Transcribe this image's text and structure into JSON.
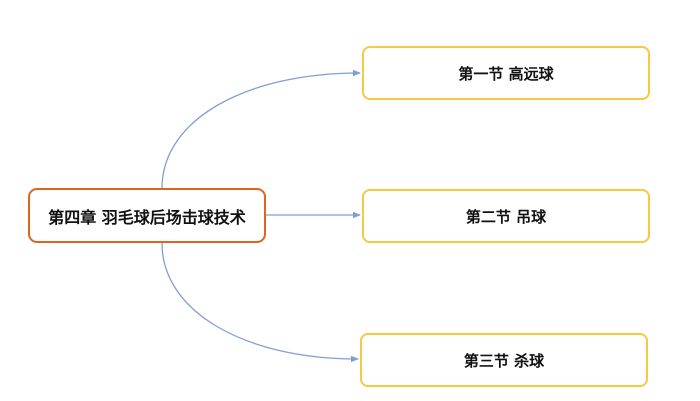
{
  "diagram": {
    "root": {
      "label": "第四章 羽毛球后场击球技术"
    },
    "children": [
      {
        "label": "第一节 高远球"
      },
      {
        "label": "第二节 吊球"
      },
      {
        "label": "第三节 杀球"
      }
    ],
    "colors": {
      "root_border": "#e0631f",
      "child_border": "#f7c844",
      "connector": "#7f9fd4"
    }
  }
}
